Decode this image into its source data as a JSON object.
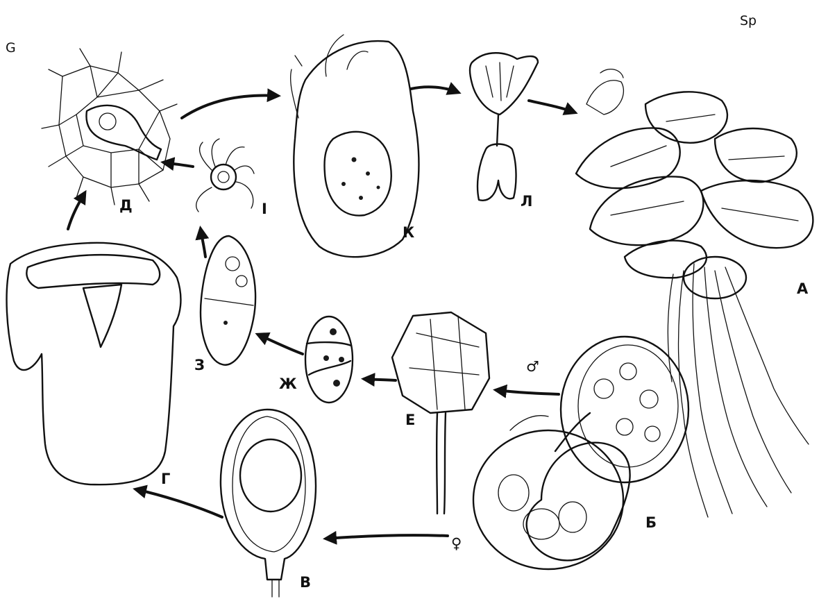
{
  "corner_labels": {
    "gametophyte": "G",
    "sporophyte": "Sp"
  },
  "stage_labels": {
    "A": "А",
    "B": "Б",
    "V": "В",
    "G": "Г",
    "D": "Д",
    "E": "Е",
    "ZH": "Ж",
    "Z": "З",
    "I": "І",
    "K": "К",
    "L": "Л"
  },
  "symbols": {
    "male": "♂",
    "female": "♀"
  }
}
